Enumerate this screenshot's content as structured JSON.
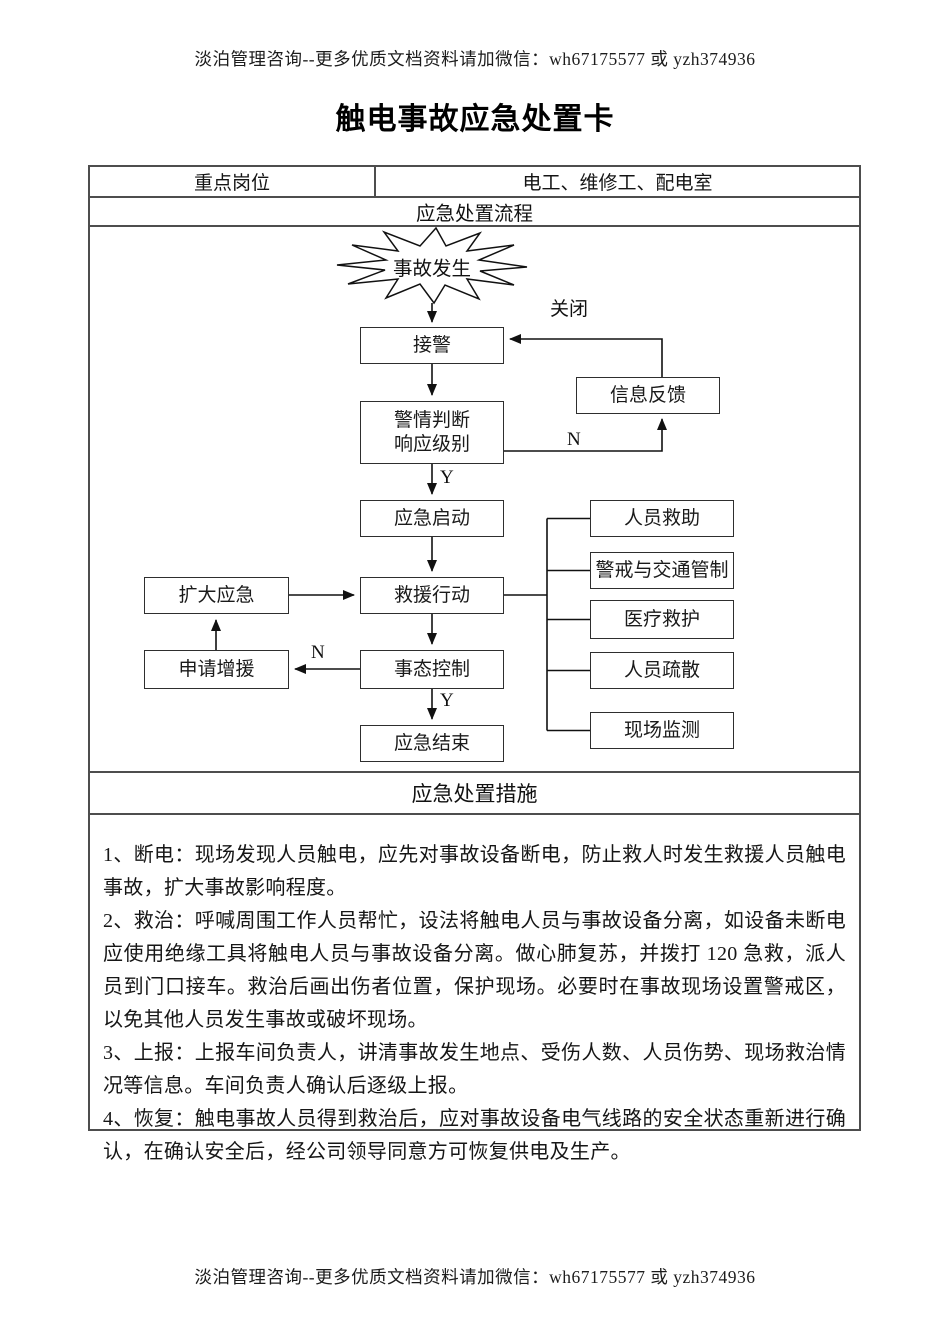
{
  "header": {
    "promo_text": "淡泊管理咨询--更多优质文档资料请加微信：wh67175577 或 yzh374936"
  },
  "title": "触电事故应急处置卡",
  "table": {
    "key_post_label": "重点岗位",
    "key_post_value": "电工、维修工、配电室",
    "flow_section_title": "应急处置流程",
    "measures_section_title": "应急处置措施"
  },
  "flowchart": {
    "start": "事故发生",
    "nodes": {
      "receive_alarm": "接警",
      "info_feedback": "信息反馈",
      "judge": "警情判断\n响应级别",
      "emergency_start": "应急启动",
      "rescue_action": "救援行动",
      "situation_control": "事态控制",
      "emergency_end": "应急结束",
      "expand_emergency": "扩大应急",
      "request_reinforcement": "申请增援",
      "personnel_rescue": "人员救助",
      "traffic_control": "警戒与交通管制",
      "medical_rescue": "医疗救护",
      "evacuation": "人员疏散",
      "site_monitoring": "现场监测"
    },
    "labels": {
      "close": "关闭",
      "n_feedback": "N",
      "y_judge": "Y",
      "n_control": "N",
      "y_control": "Y"
    },
    "line_color": "#111111",
    "box_border_color": "#2e2e2e"
  },
  "measures": {
    "paragraphs": [
      "1、断电：现场发现人员触电，应先对事故设备断电，防止救人时发生救援人员触电事故，扩大事故影响程度。",
      "2、救治：呼喊周围工作人员帮忙，设法将触电人员与事故设备分离，如设备未断电应使用绝缘工具将触电人员与事故设备分离。做心肺复苏，并拨打 120 急救，派人员到门口接车。救治后画出伤者位置，保护现场。必要时在事故现场设置警戒区，以免其他人员发生事故或破坏现场。",
      "3、上报：上报车间负责人，讲清事故发生地点、受伤人数、人员伤势、现场救治情况等信息。车间负责人确认后逐级上报。",
      "4、恢复：触电事故人员得到救治后，应对事故设备电气线路的安全状态重新进行确认，在确认安全后，经公司领导同意方可恢复供电及生产。"
    ]
  },
  "footer": {
    "promo_text": "淡泊管理咨询--更多优质文档资料请加微信：wh67175577 或 yzh374936"
  }
}
